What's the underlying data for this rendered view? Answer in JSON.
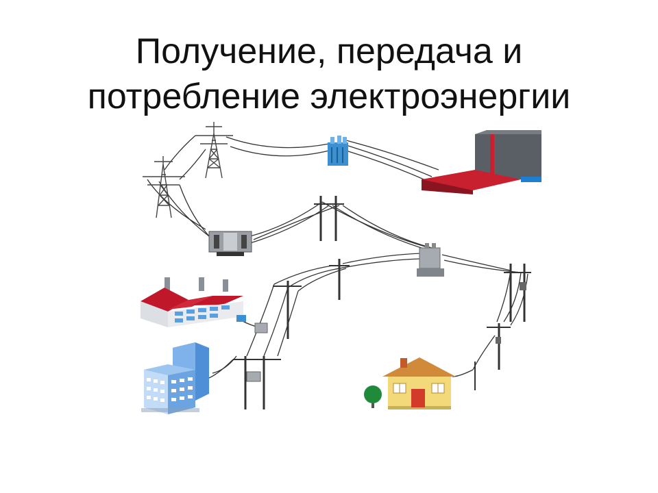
{
  "slide": {
    "title_line1": "Получение, передача и",
    "title_line2": "потребление электроэнергии"
  },
  "diagram": {
    "elements": [
      "power-plant-icon",
      "step-up-transformer-icon",
      "high-voltage-tower-icon",
      "step-down-substation-icon",
      "distribution-pole-icon",
      "pole-transformer-icon",
      "factory-icon",
      "office-building-icon",
      "house-icon",
      "tree-icon",
      "power-line-wires"
    ],
    "colors": {
      "plant_body": "#5a5f66",
      "plant_roof": "#c8202e",
      "plant_water": "#1e7fd0",
      "transformer_blue": "#3c8fd0",
      "factory_roof": "#c0172a",
      "building_blue": "#4f8fd8",
      "house_wall": "#f3d97a",
      "house_roof": "#d08a3a",
      "door_red": "#d23a2a",
      "tree_green": "#1f8a3a",
      "wire": "#333333"
    }
  }
}
